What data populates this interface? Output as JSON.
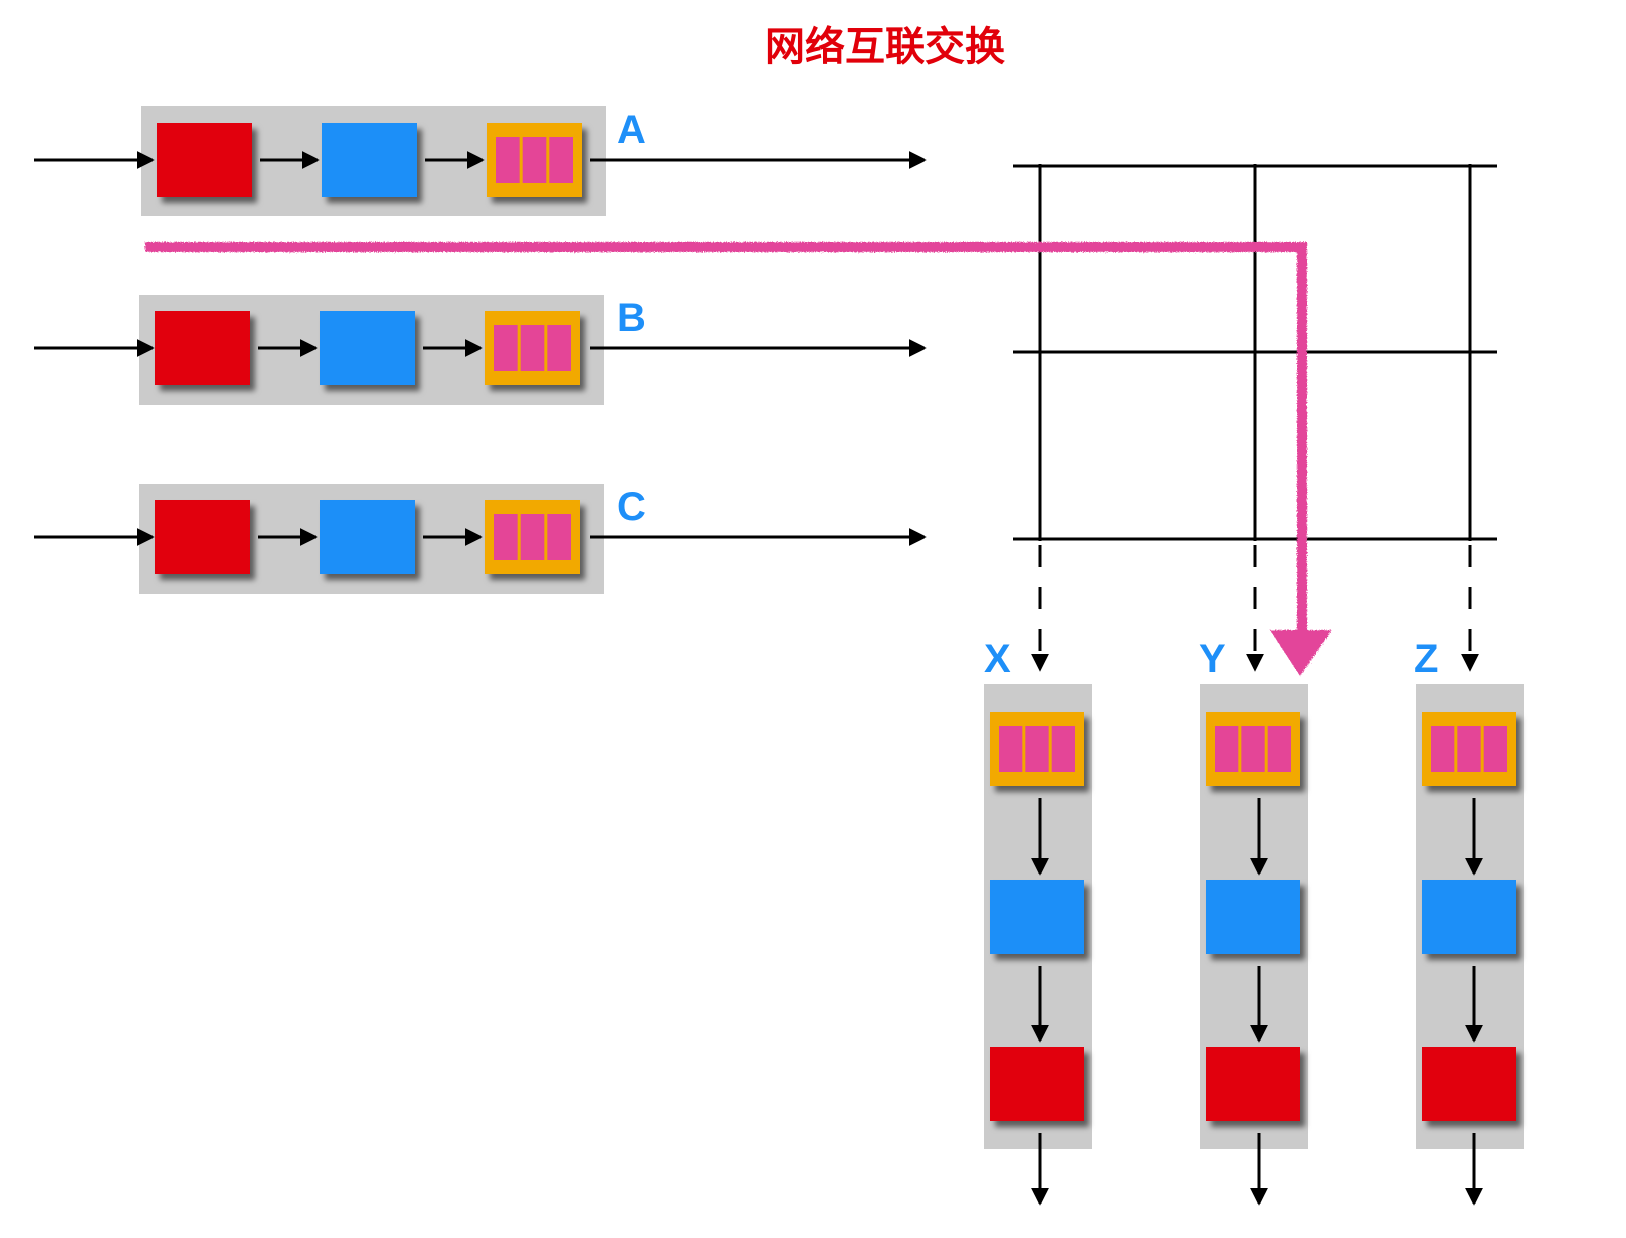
{
  "title": "网络互联交换",
  "colors": {
    "title": "#e1000a",
    "label": "#1e8ff8",
    "group_bg": "#cbcbcb",
    "red_block": "#e1000a",
    "blue_block": "#1e8ff8",
    "queue_frame": "#f2a900",
    "queue_slot": "#e44597",
    "path_highlight": "#e3449a",
    "line": "#000000"
  },
  "input_ports": [
    {
      "label": "A",
      "stages": [
        "red-block",
        "blue-block",
        "queue"
      ],
      "queue_slots": 3
    },
    {
      "label": "B",
      "stages": [
        "red-block",
        "blue-block",
        "queue"
      ],
      "queue_slots": 3
    },
    {
      "label": "C",
      "stages": [
        "red-block",
        "blue-block",
        "queue"
      ],
      "queue_slots": 3
    }
  ],
  "output_ports": [
    {
      "label": "X",
      "stages": [
        "queue",
        "blue-block",
        "red-block"
      ],
      "queue_slots": 3
    },
    {
      "label": "Y",
      "stages": [
        "queue",
        "blue-block",
        "red-block"
      ],
      "queue_slots": 3
    },
    {
      "label": "Z",
      "stages": [
        "queue",
        "blue-block",
        "red-block"
      ],
      "queue_slots": 3
    }
  ],
  "crossbar": {
    "rows": [
      "A",
      "B",
      "C"
    ],
    "columns": [
      "X",
      "Y",
      "Z"
    ]
  },
  "highlighted_path": {
    "from": "A",
    "to": "Y"
  }
}
